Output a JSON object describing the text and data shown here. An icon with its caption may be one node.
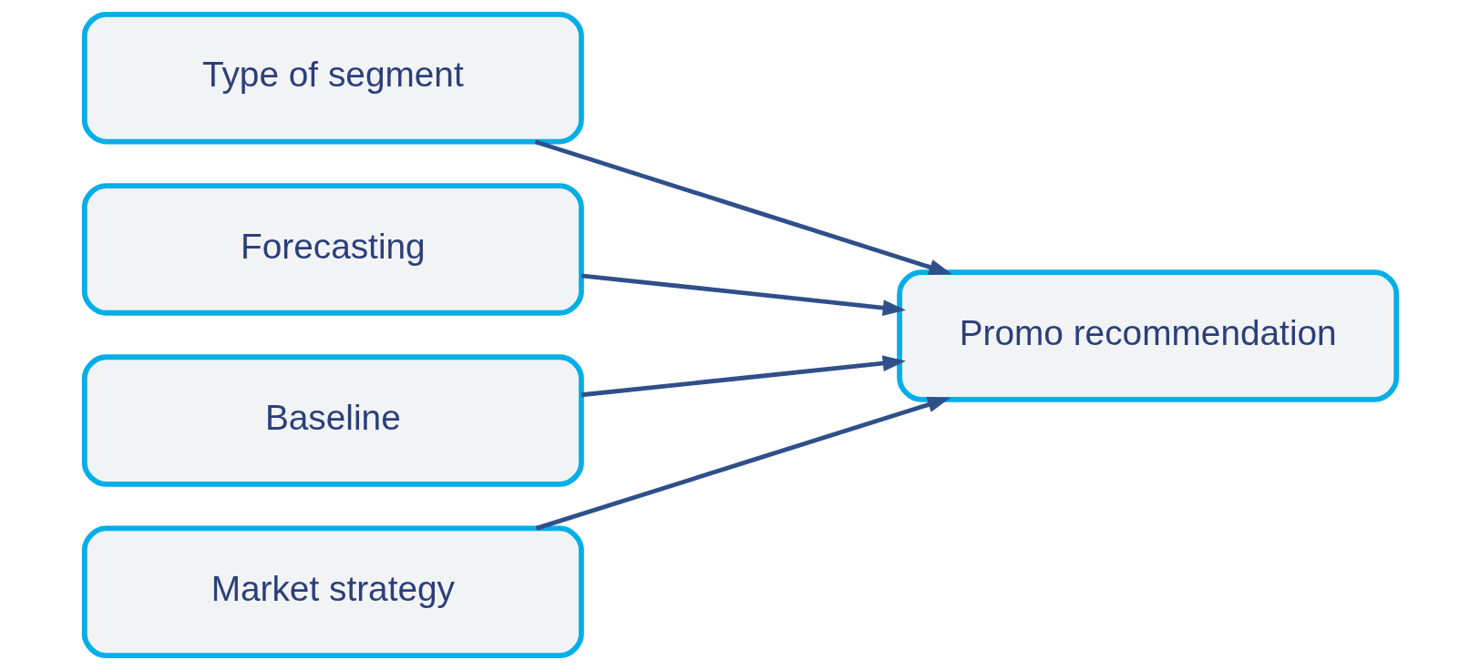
{
  "diagram": {
    "nodes": [
      {
        "text": [
          "Type of segment"
        ]
      },
      {
        "text": [
          "Forecasting"
        ]
      },
      {
        "text": [
          "Baseline"
        ]
      },
      {
        "text": [
          "Market strategy"
        ]
      },
      {
        "text": [
          "Promo recommendation"
        ]
      }
    ],
    "edges": [
      {
        "from": 0,
        "to": 4,
        "arrow": "to"
      },
      {
        "from": 1,
        "to": 4,
        "arrow": "to"
      },
      {
        "from": 2,
        "to": 4,
        "arrow": "to"
      },
      {
        "from": 3,
        "to": 4,
        "arrow": "to"
      }
    ]
  }
}
